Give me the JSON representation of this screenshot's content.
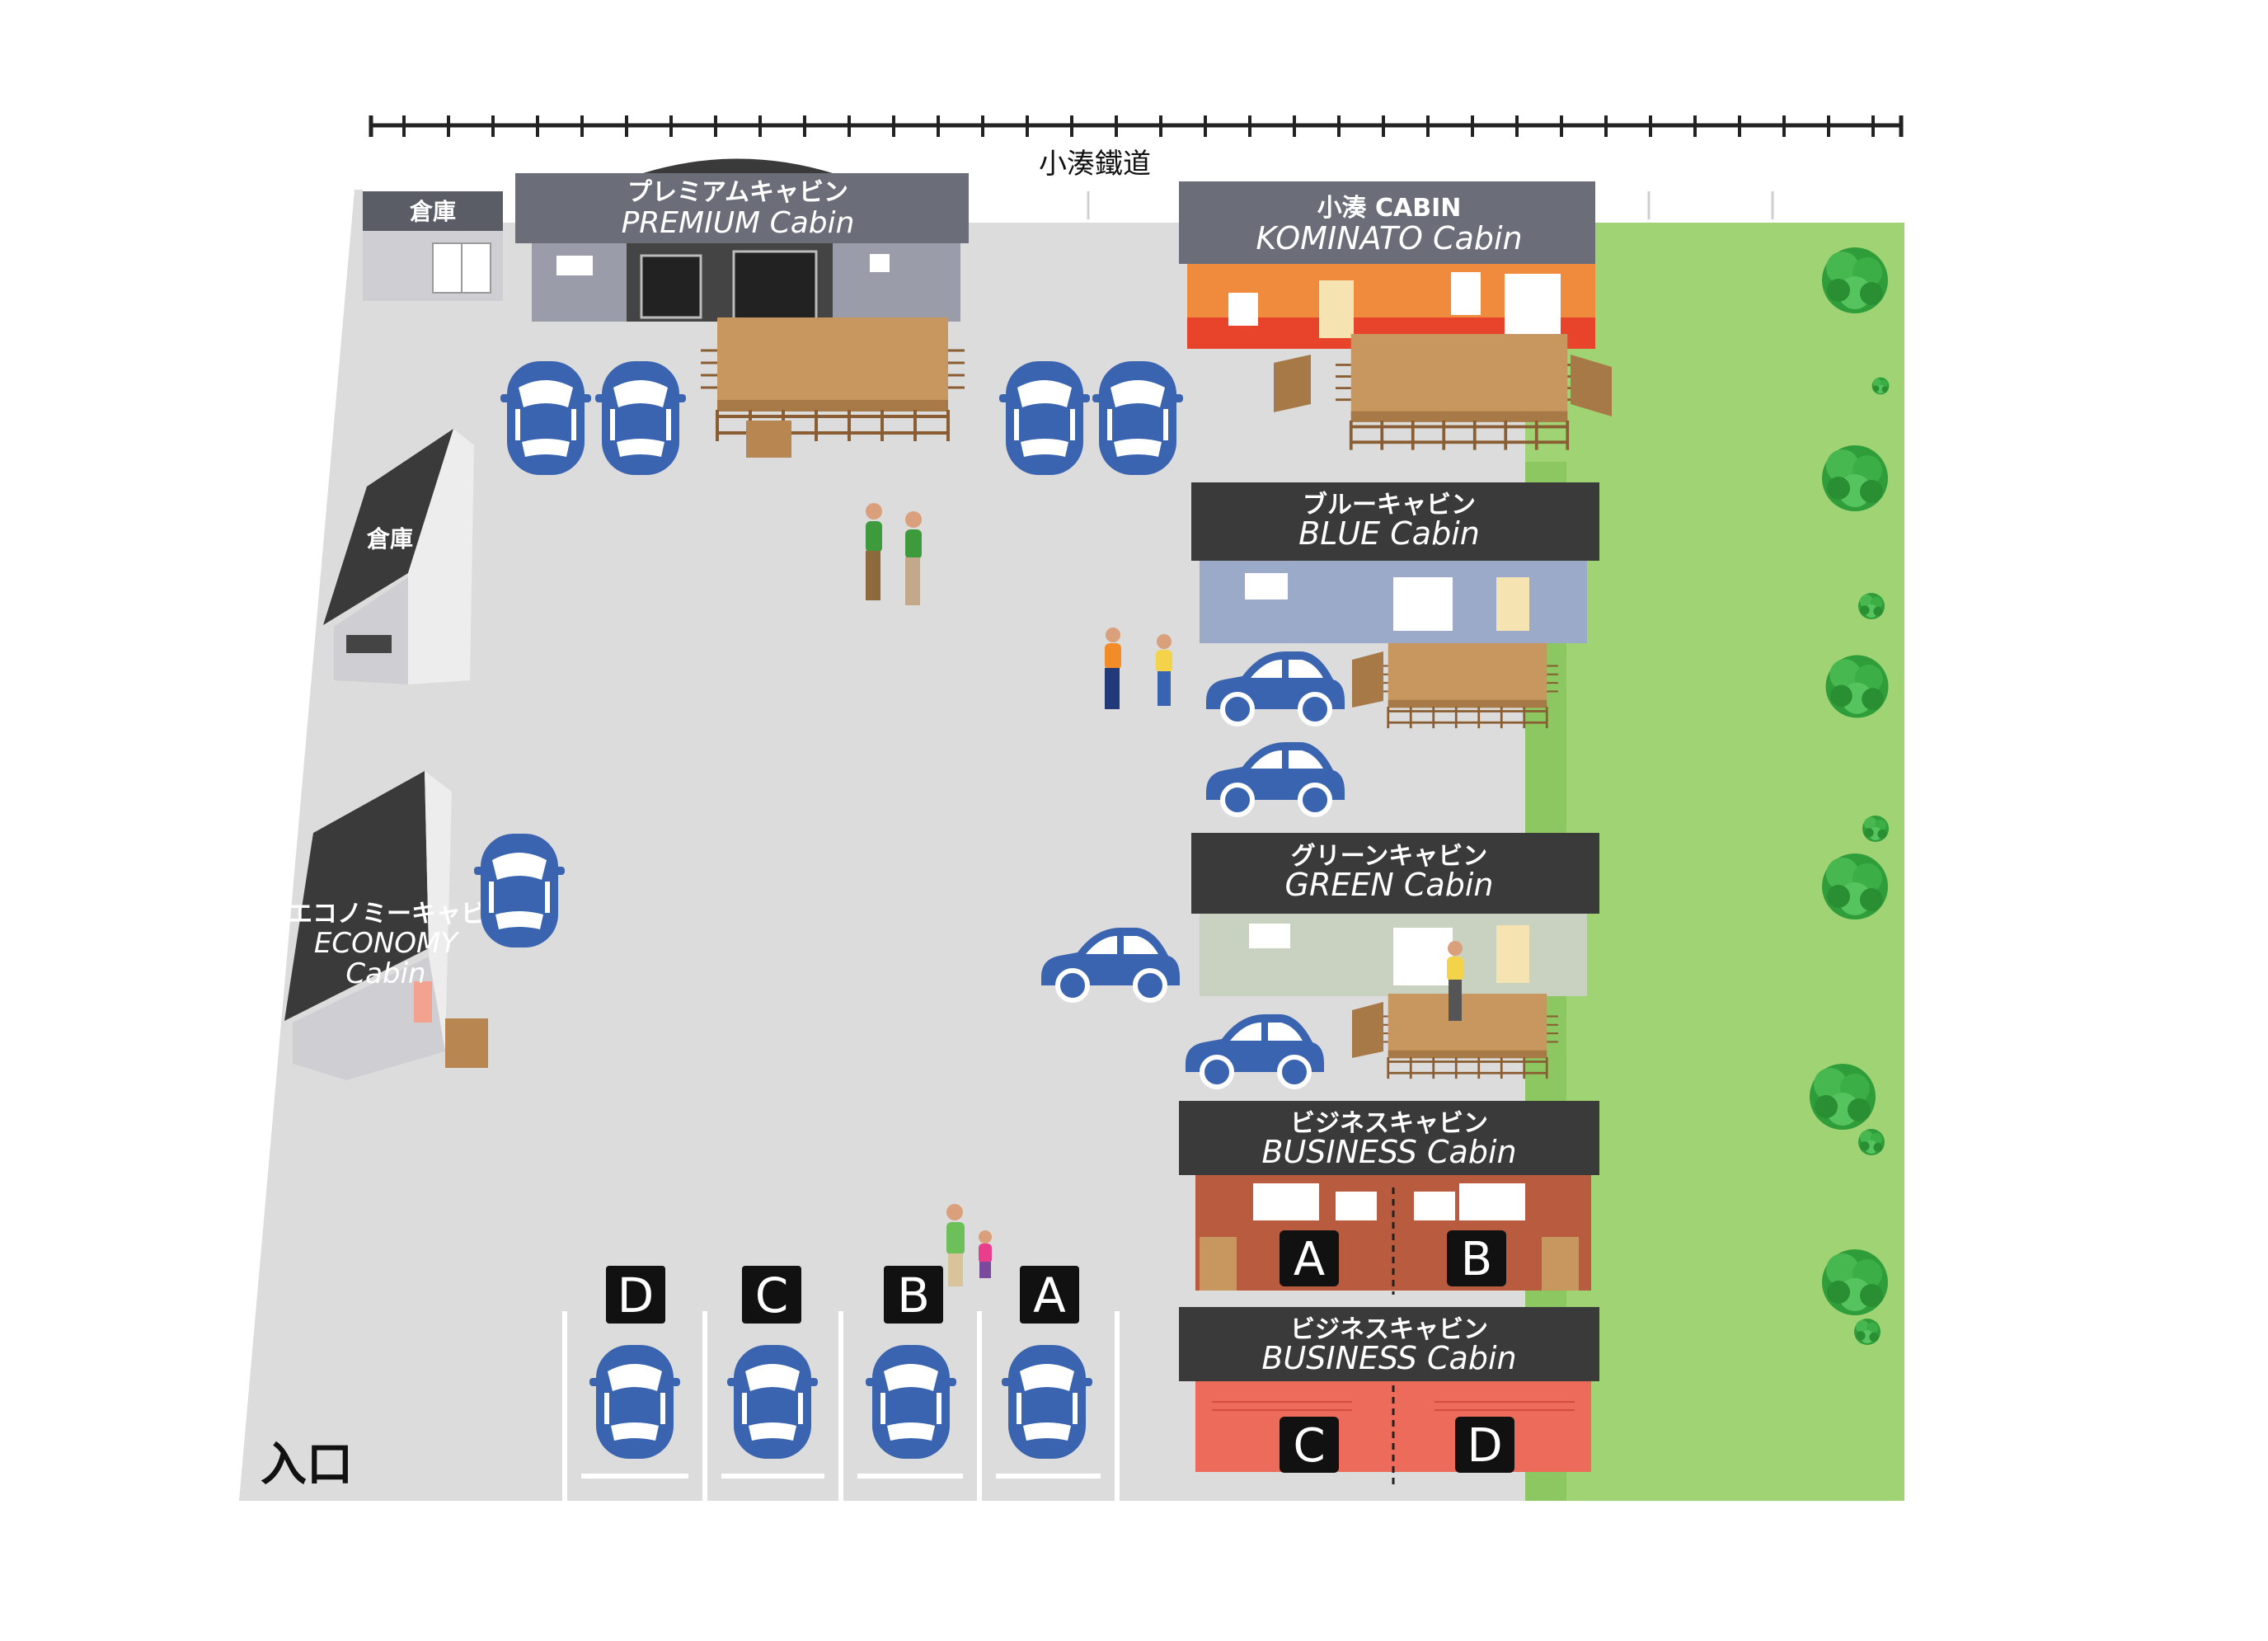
{
  "railway": {
    "label": "小湊鐵道"
  },
  "entrance": {
    "label": "入口"
  },
  "storage": [
    {
      "label": "倉庫"
    },
    {
      "label": "倉庫"
    }
  ],
  "cabins": {
    "premium": {
      "jp": "プレミアムキャビン",
      "en": "PREMIUM Cabin"
    },
    "kominato": {
      "jp": "小湊 CABIN",
      "en": "KOMINATO Cabin"
    },
    "blue": {
      "jp": "ブルーキャビン",
      "en": "BLUE Cabin"
    },
    "green": {
      "jp": "グリーンキャビン",
      "en": "GREEN Cabin"
    },
    "economy": {
      "jp": "エコノミーキャビン",
      "en1": "ECONOMY",
      "en2": "Cabin"
    },
    "business1": {
      "jp": "ビジネスキャビン",
      "en": "BUSINESS Cabin",
      "unit_left": "A",
      "unit_right": "B"
    },
    "business2": {
      "jp": "ビジネスキャビン",
      "en": "BUSINESS Cabin",
      "unit_left": "C",
      "unit_right": "D"
    }
  },
  "parking_spaces": [
    "D",
    "C",
    "B",
    "A"
  ],
  "colors": {
    "car": "#3a64b0",
    "lot": "#dcdcdc",
    "lawn": "#9fd373",
    "deck": "#c7975f",
    "roof": "#3a3a3a",
    "premium_wall": "#6b6e79",
    "kominato_wall": "#f08a3c",
    "blue_wall": "#9aaac8",
    "green_wall": "#c9d2c0",
    "business_wall": "#b85b3e",
    "business2_wall": "#ec6b5b"
  }
}
